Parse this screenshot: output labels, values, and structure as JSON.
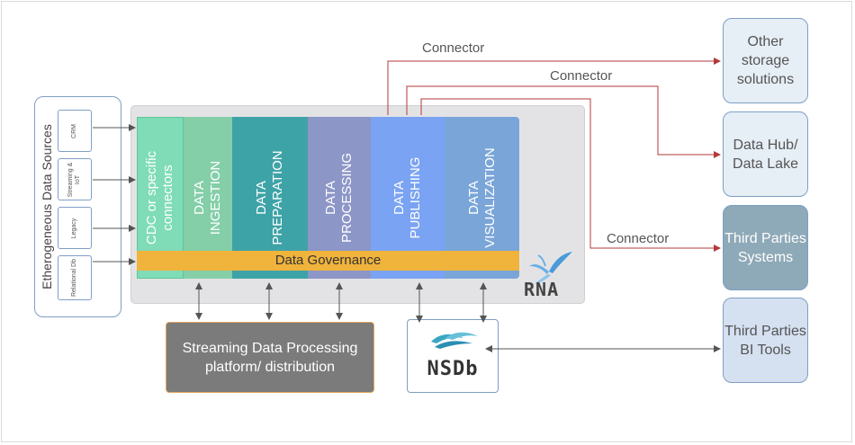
{
  "sources": {
    "title": "Etherogeneous Data Sources",
    "items": [
      "CRM",
      "Streaming & IoT",
      "Legacy",
      "Relational Db"
    ]
  },
  "pipeline": {
    "columns": [
      {
        "label": "CDC or specific connectors",
        "color": "#7fdcb7"
      },
      {
        "label": "DATA INGESTION",
        "color": "#84cea8"
      },
      {
        "label": "DATA PREPARATION",
        "color": "#3ea3a7"
      },
      {
        "label": "DATA PROCESSING",
        "color": "#8c96c7"
      },
      {
        "label": "DATA PUBLISHING",
        "color": "#7aa3f3"
      },
      {
        "label": "DATA VISUALIZATION",
        "color": "#7aa5d8"
      }
    ],
    "governance": "Data Governance",
    "platform_logo": "RNA"
  },
  "connectors": [
    "Connector",
    "Connector",
    "Connector"
  ],
  "targets": [
    {
      "label": "Other storage solutions",
      "bg": "#e6eef6"
    },
    {
      "label": "Data Hub/ Data Lake",
      "bg": "#e6eef6"
    },
    {
      "label": "Third Parties Systems",
      "bg": "#8ea9b7"
    },
    {
      "label": "Third Parties BI Tools",
      "bg": "#d5e0f0"
    }
  ],
  "streaming": "Streaming Data Processing platform/ distribution",
  "nsdb_logo": "NSDb",
  "colors": {
    "arrow": "#b33a3a",
    "link": "#555555",
    "governance": "#f0b33c"
  }
}
